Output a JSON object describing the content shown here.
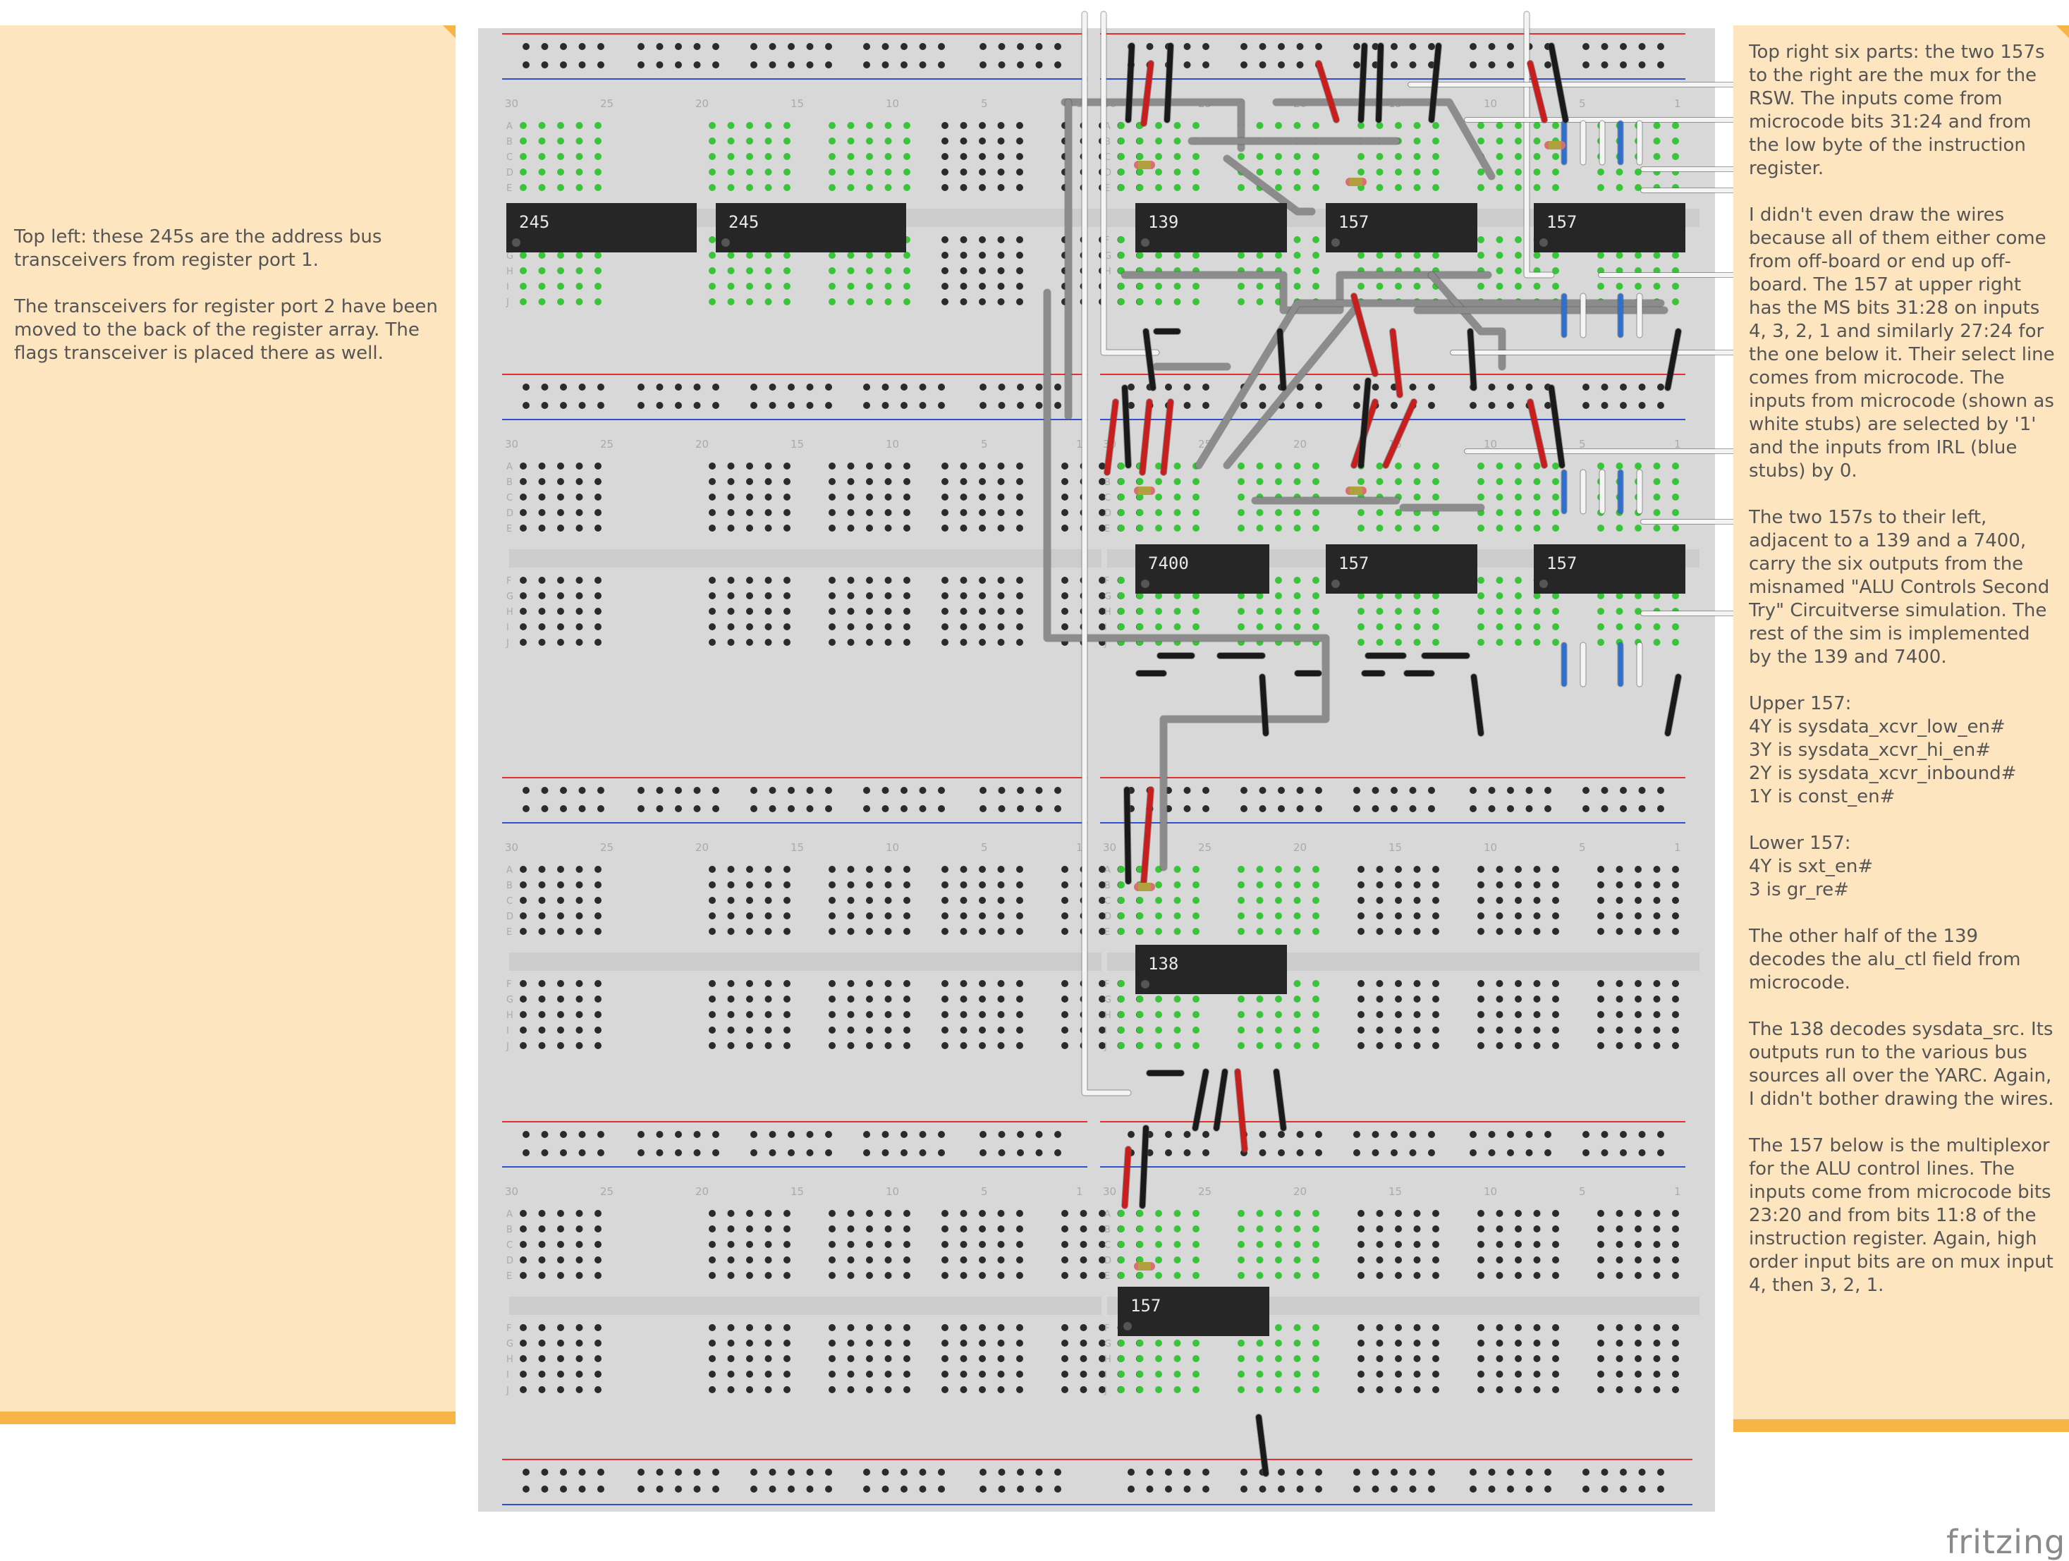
{
  "left_note": {
    "paragraphs": [
      "Top left: these 245s are the address bus transceivers from register port 1.",
      "The transceivers for register port 2 have been moved to the back of the register array. The flags transceiver is placed there as well."
    ]
  },
  "right_note": {
    "paragraphs": [
      "Top right six parts: the two 157s to the right are the mux for the RSW. The inputs come from microcode bits 31:24 and from the low byte of the instruction register.",
      "I didn't even draw the wires because all of them either come from off-board or end up off-board. The 157 at upper right has the MS bits 31:28 on inputs 4, 3, 2, 1 and similarly 27:24 for the one below it. Their select line comes from microcode. The inputs from microcode (shown as white stubs) are selected by '1' and the inputs from IRL (blue stubs) by 0.",
      "The two 157s to their left, adjacent to a 139 and a 7400, carry the six outputs from the misnamed \"ALU Controls Second Try\" Circuitverse simulation. The rest of the sim is implemented by the 139 and 7400.",
      "Upper 157:\n4Y is sysdata_xcvr_low_en#\n3Y is sysdata_xcvr_hi_en#\n2Y is sysdata_xcvr_inbound#\n1Y is const_en#",
      "Lower 157:\n4Y is sxt_en#\n3 is gr_re#",
      "The other half of the 139 decodes the alu_ctl field from microcode.",
      "The 138 decodes sysdata_src. Its outputs run to the various bus sources all over the YARC. Again, I didn't bother drawing the wires.",
      "The 157 below is the multiplexor for the ALU control lines. The inputs come from microcode bits 23:20 and from bits 11:8 of the instruction register. Again, high order input bits are on mux input 4, then 3, 2, 1."
    ]
  },
  "chips": [
    {
      "id": "chip-245-a",
      "label": "245"
    },
    {
      "id": "chip-245-b",
      "label": "245"
    },
    {
      "id": "chip-139",
      "label": "139"
    },
    {
      "id": "chip-157-upper-mid",
      "label": "157"
    },
    {
      "id": "chip-157-upper-right",
      "label": "157"
    },
    {
      "id": "chip-7400",
      "label": "7400"
    },
    {
      "id": "chip-157-lower-mid",
      "label": "157"
    },
    {
      "id": "chip-157-lower-right",
      "label": "157"
    },
    {
      "id": "chip-138",
      "label": "138"
    },
    {
      "id": "chip-157-bottom",
      "label": "157"
    }
  ],
  "row_letters_top": [
    "A",
    "B",
    "C",
    "D",
    "E"
  ],
  "row_letters_bottom": [
    "F",
    "G",
    "H",
    "I",
    "J"
  ],
  "column_numbers": [
    "30",
    "25",
    "20",
    "15",
    "10",
    "5",
    "1"
  ],
  "colors": {
    "board": "#d8d8d8",
    "rail_red": "#e03030",
    "rail_blue": "#3050d0",
    "hole": "#2b2b2b",
    "hole_active": "#3ac43a",
    "chip": "#262626",
    "wire_gray": "#8c8c8c",
    "wire_red": "#c81e1e",
    "wire_black": "#1a1a1a",
    "wire_white": "#f4f4f4",
    "wire_blue": "#2f6fd0",
    "note_bg": "#fde5c0",
    "note_bar": "#f7b547"
  },
  "logo": "fritzing"
}
